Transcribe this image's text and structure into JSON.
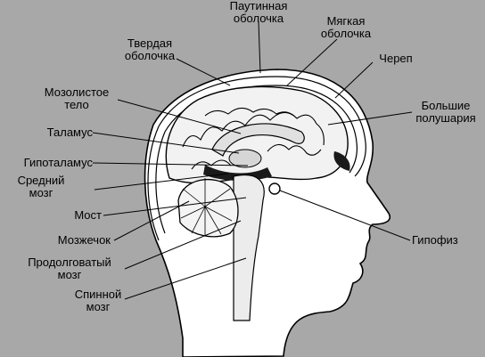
{
  "labels": {
    "arachnoid": [
      "Паутинная",
      "оболочка"
    ],
    "pia": [
      "Мягкая",
      "оболочка"
    ],
    "dura": [
      "Твердая",
      "оболочка"
    ],
    "skull": [
      "Череп"
    ],
    "corpus_callosum": [
      "Мозолистое",
      "тело"
    ],
    "hemispheres": [
      "Большие",
      "полушария"
    ],
    "thalamus": [
      "Таламус"
    ],
    "hypothalamus": [
      "Гипоталамус"
    ],
    "midbrain": [
      "Средний",
      "мозг"
    ],
    "pons": [
      "Мост"
    ],
    "cerebellum": [
      "Мозжечок"
    ],
    "medulla": [
      "Продолговатый",
      "мозг"
    ],
    "spinal_cord": [
      "Спинной",
      "мозг"
    ],
    "pituitary": [
      "Гипофиз"
    ]
  },
  "colors": {
    "background": "#a8a8a8",
    "tissue": "#ffffff",
    "outline": "#000000",
    "shadow": "#1a1a1a"
  }
}
